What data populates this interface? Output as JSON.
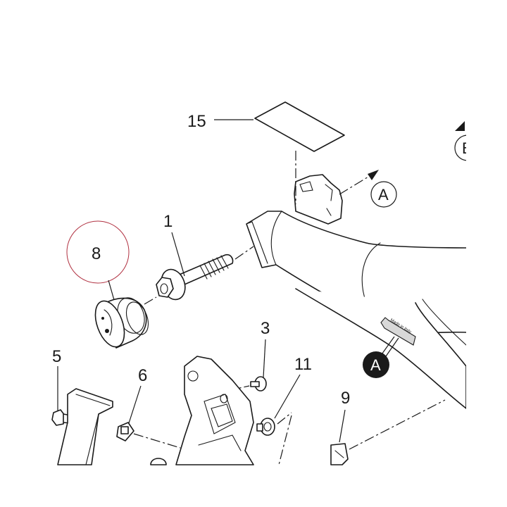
{
  "callouts": {
    "part_1": "1",
    "part_3": "3",
    "part_5": "5",
    "part_6": "6",
    "part_8": "8",
    "part_9": "9",
    "part_11": "11",
    "part_15": "15"
  },
  "markers": {
    "view_a_outline": "A",
    "view_a_filled": "A",
    "view_edge": "B"
  },
  "frame_label": "Made in Italy",
  "colors": {
    "line": "#1a1a1a",
    "highlight_circle": "#b03040",
    "background": "#ffffff"
  }
}
